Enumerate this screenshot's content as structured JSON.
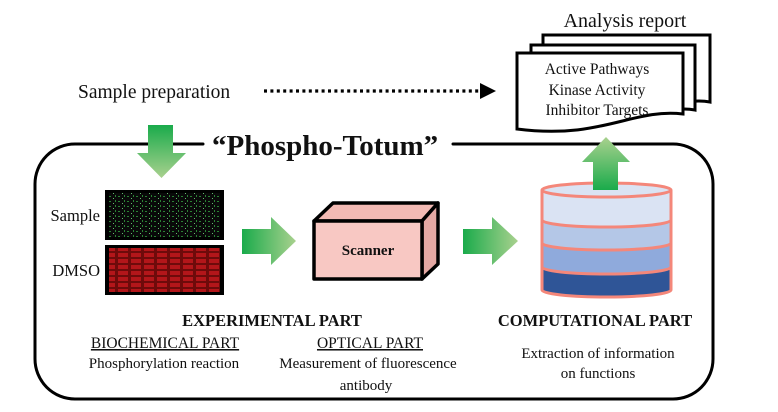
{
  "sample_preparation": "Sample preparation",
  "pipeline_title": "“Phospho-Totum”",
  "report": {
    "title": "Analysis report",
    "items": [
      "Active Pathways",
      "Kinase Activity",
      "Inhibitor Targets"
    ]
  },
  "arrays": {
    "sample_label": "Sample",
    "dmso_label": "DMSO"
  },
  "scanner": {
    "label": "Scanner"
  },
  "experimental": {
    "title": "EXPERIMENTAL PART",
    "biochemical": {
      "title": "BIOCHEMICAL PART",
      "description": "Phosphorylation reaction"
    },
    "optical": {
      "title": "OPTICAL PART",
      "description_lines": [
        "Measurement of fluorescence",
        "antibody"
      ]
    }
  },
  "computational": {
    "title": "COMPUTATIONAL PART",
    "description_lines": [
      "Extraction of information",
      "on functions"
    ]
  },
  "colors": {
    "arrow_dark": "#1aab4b",
    "arrow_light": "#a9d18e",
    "scanner_front": "#f8c8c3",
    "scanner_top": "#f3bab4",
    "scanner_side": "#e4a8a3",
    "cylinder_stroke": "#f4877a",
    "cylinder_layers": [
      "#dae3f3",
      "#b4c7e7",
      "#8faadc",
      "#2f5597"
    ],
    "array_background": "#0a0a0a",
    "sample_signal": "#2f8f3a",
    "sample_signal_bright": "#6fd07a",
    "dmso_base": "#6e0b0b",
    "dmso_signal": "#b3161a"
  }
}
